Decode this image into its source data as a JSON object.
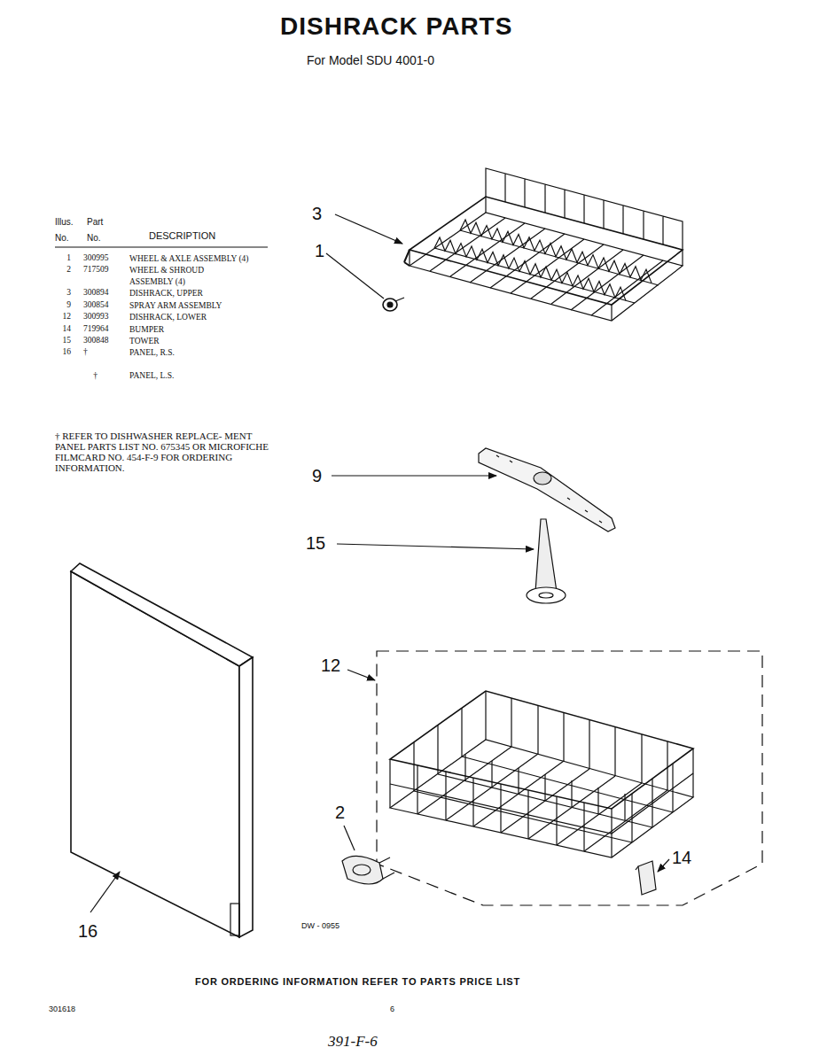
{
  "diagram": {
    "title": "DISHRACK PARTS",
    "labels": [
      "For Model SDU 4001-0",
      "Illus. No.",
      "Part No.",
      "DESCRIPTION",
      "1",
      "300995",
      "WHEEL & AXLE ASSEMBLY (4)",
      "2",
      "717509",
      "WHEEL & SHROUD ASSEMBLY (4)",
      "3",
      "300894",
      "DISHRACK, UPPER",
      "9",
      "300854",
      "SPRAY ARM ASSEMBLY",
      "12",
      "300993",
      "DISHRACK, LOWER",
      "14",
      "719964",
      "BUMPER",
      "15",
      "300848",
      "TOWER",
      "16",
      "†",
      "PANEL, R.S.",
      "†",
      "PANEL, L.S.",
      "† REFER TO DISHWASHER REPLACE- MENT PANEL PARTS LIST NO. 675345 OR MICROFICHE FILMCARD NO. 454-F-9 FOR ORDERING INFORMATION.",
      "3",
      "1",
      "9",
      "15",
      "12",
      "2",
      "14",
      "16",
      "DW - 0955",
      "FOR ORDERING INFORMATION REFER TO PARTS PRICE LIST",
      "301618",
      "6",
      "391-F-6"
    ]
  }
}
